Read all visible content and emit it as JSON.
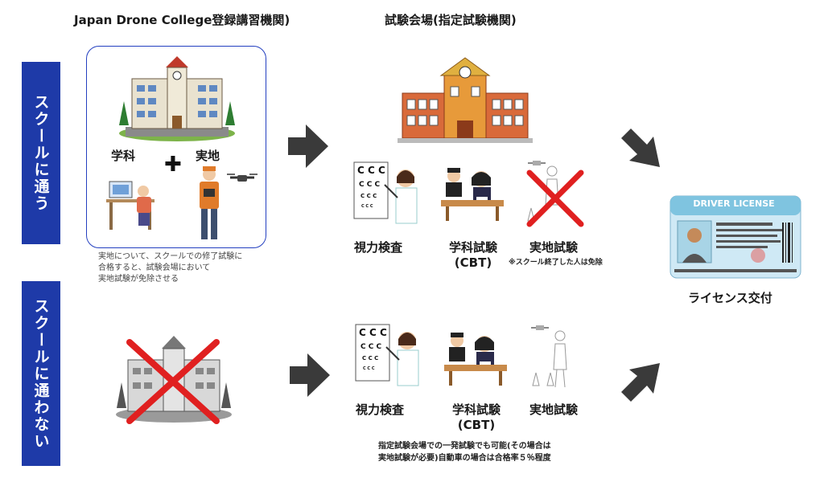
{
  "headers": {
    "school": "Japan Drone College登録講習機関)",
    "exam_site": "試験会場(指定試験機関)"
  },
  "bands": {
    "attend": "スクールに通う",
    "not_attend": "スクールに通わない"
  },
  "school_box": {
    "academic": "学科",
    "practical": "実地",
    "plus": "✚"
  },
  "school_note": [
    "実地について、スクールでの修了試験に",
    "合格すると、試験会場において",
    "実地試験が免除させる"
  ],
  "top_row": {
    "eye_test": "視力検査",
    "written_test": "学科試験",
    "written_sub": "(CBT)",
    "practical_test": "実地試験",
    "practical_note": "※スクール終了した人は免除"
  },
  "bottom_row": {
    "eye_test": "視力検査",
    "written_test": "学科試験",
    "written_sub": "(CBT)",
    "practical_test": "実地試験"
  },
  "bottom_note": [
    "指定試験会場での一発試験でも可能(その場合は",
    "実地試験が必要)自動車の場合は合格率５％程度"
  ],
  "license": {
    "card_title": "DRIVER LICENSE",
    "caption": "ライセンス交付"
  },
  "colors": {
    "band": "#1e3aa8",
    "box_border": "#2440c0",
    "arrow": "#3a3a3a",
    "cross": "#e02020"
  }
}
